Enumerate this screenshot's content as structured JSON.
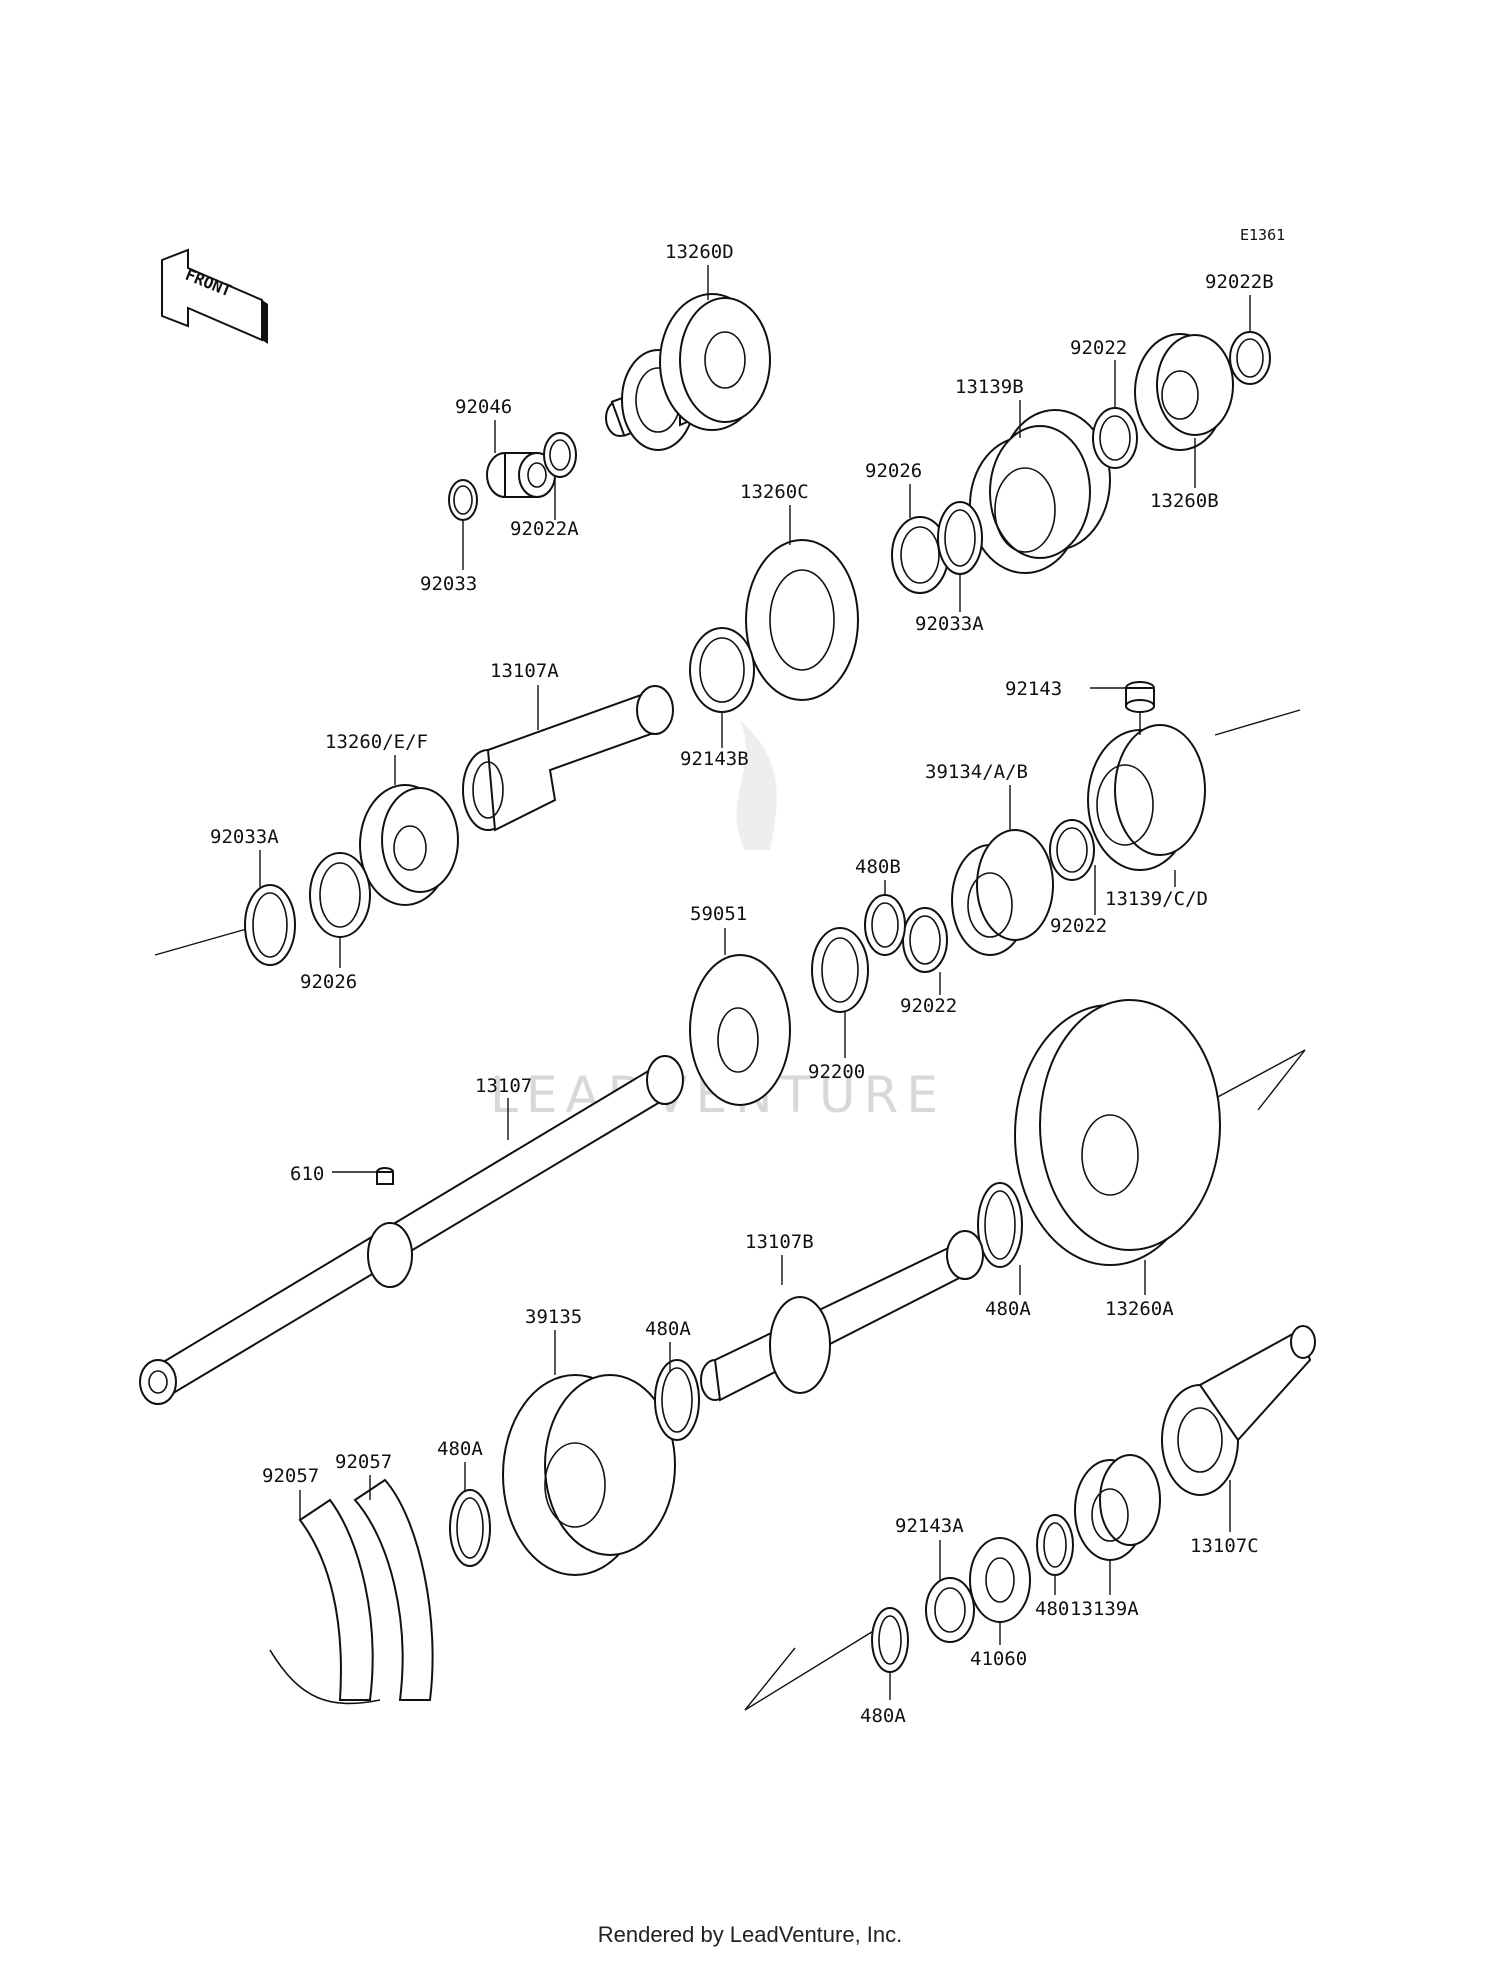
{
  "diagram_code": "E1361",
  "front_label": "FRONT",
  "watermark_text": "LEADVENTURE",
  "credit": "Rendered by LeadVenture, Inc.",
  "labels": {
    "p13260D": "13260D",
    "p92022B": "92022B",
    "p92022_top": "92022",
    "p13139B": "13139B",
    "p92046": "92046",
    "p92022A": "92022A",
    "p92033": "92033",
    "p13260B": "13260B",
    "p92026_top": "92026",
    "p13260C": "13260C",
    "p92033A_top": "92033A",
    "p13107A": "13107A",
    "p92143": "92143",
    "p13260EF": "13260/E/F",
    "p92143B": "92143B",
    "p39134AB": "39134/A/B",
    "p92033A_left": "92033A",
    "p480B": "480B",
    "p13139CD": "13139/C/D",
    "p92022_mid": "92022",
    "p59051": "59051",
    "p92026_left": "92026",
    "p92022_lower": "92022",
    "p92200": "92200",
    "p13107": "13107",
    "p610": "610",
    "p13107B": "13107B",
    "p480A_r": "480A",
    "p13260A": "13260A",
    "p39135": "39135",
    "p480A_c": "480A",
    "p92057_a": "92057",
    "p92057_b": "92057",
    "p480A_l": "480A",
    "p92143A": "92143A",
    "p13107C": "13107C",
    "p13139A": "13139A",
    "p480": "480",
    "p41060": "41060",
    "p480A_b": "480A"
  }
}
